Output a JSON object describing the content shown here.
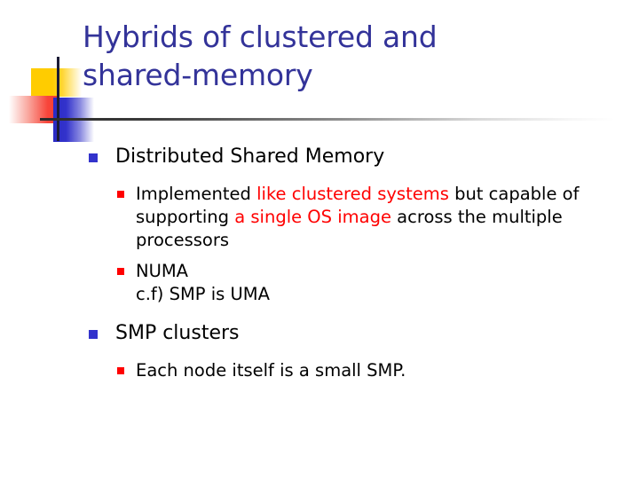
{
  "slide": {
    "title_lines": [
      "Hybrids of clustered and",
      "shared-memory"
    ],
    "title_color": "#333399",
    "background": "#ffffff",
    "divider_color": "#2a2a2a",
    "bullet_level1_color": "#3333cc",
    "bullet_level2_color": "#ff0000",
    "highlight_color": "#ff0000",
    "body_color": "#000000"
  },
  "logo": {
    "yellow_color": "#ffcc00",
    "red_color": "#f73b32",
    "blue_color": "#3333cc",
    "cross_color": "#1b1b35"
  },
  "content": {
    "items": [
      {
        "level": 1,
        "text": "Distributed Shared Memory"
      },
      {
        "level": 2,
        "runs": [
          {
            "text": "Implemented ",
            "highlight": false
          },
          {
            "text": "like clustered systems",
            "highlight": true
          },
          {
            "text": " but capable of supporting ",
            "highlight": false
          },
          {
            "text": "a single OS image",
            "highlight": true
          },
          {
            "text": " across the multiple processors",
            "highlight": false
          }
        ]
      },
      {
        "level": 2,
        "lines": [
          "NUMA",
          "c.f) SMP is UMA"
        ]
      },
      {
        "level": 1,
        "text": "SMP clusters"
      },
      {
        "level": 2,
        "text": "Each node itself is a small SMP."
      }
    ]
  },
  "text": {
    "item0": "Distributed Shared Memory",
    "item1_run0": "Implemented ",
    "item1_run1": "like clustered systems",
    "item1_run2": " but capable of supporting ",
    "item1_run3": "a single OS image",
    "item1_run4": " across the multiple processors",
    "item2_line0": "NUMA",
    "item2_line1": "c.f) SMP is UMA",
    "item3": "SMP clusters",
    "item4": "Each node itself is a small SMP."
  }
}
